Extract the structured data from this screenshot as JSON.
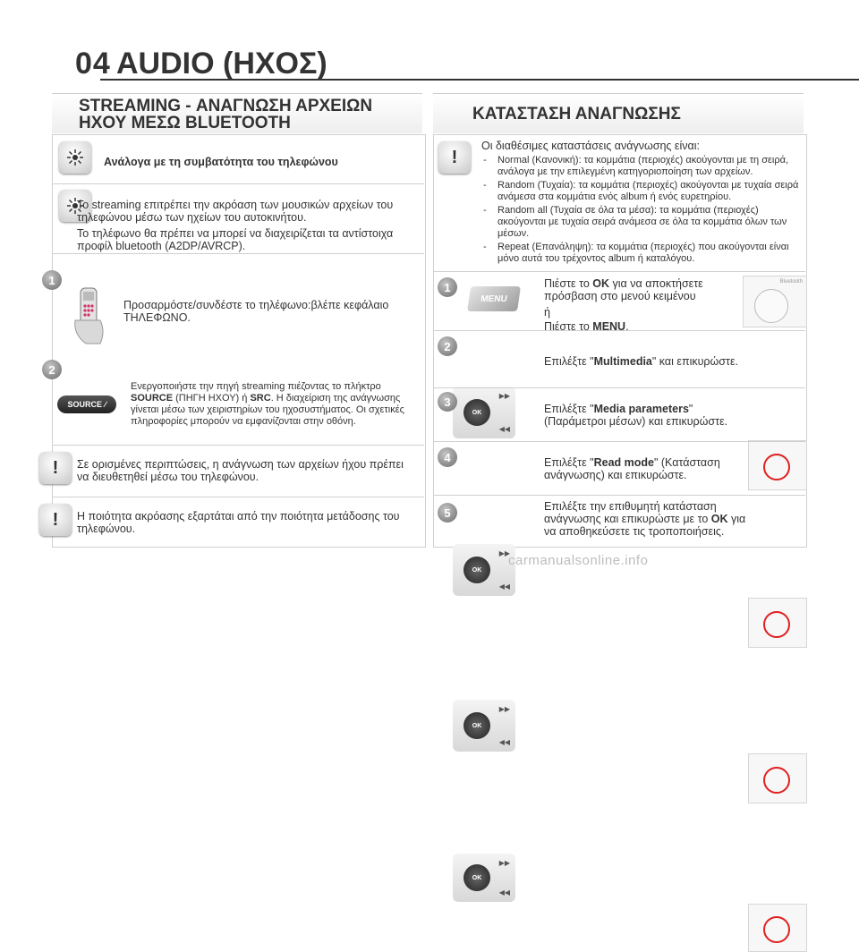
{
  "header": {
    "chapter": "04",
    "title": "AUDIO (ΗΧΟΣ)"
  },
  "left": {
    "title_line1": "STREAMING - ΑΝΑΓΝΩΣΗ ΑΡΧΕΙΩΝ",
    "title_line2": "ΗΧΟΥ ΜΕΣΩ BLUETOOTH",
    "compat": "Ανάλογα με τη συμβατότητα του τηλεφώνου",
    "info_p1": "Το streaming επιτρέπει την ακρόαση των μουσικών αρχείων του τηλεφώνου μέσω των ηχείων του αυτοκινήτου.",
    "info_p2": "Το τηλέφωνο θα πρέπει να μπορεί να διαχειρίζεται τα αντίστοιχα προφίλ bluetooth (A2DP/AVRCP).",
    "step1_num": "1",
    "step1": "Προσαρμόστε/συνδέστε το τηλέφωνο:βλέπε κεφάλαιο ΤΗΛΕΦΩΝΟ.",
    "step2_num": "2",
    "step2_a": "Ενεργοποιήστε την πηγή streaming πιέζοντας το πλήκτρο",
    "step2_bold": "SOURCE",
    "step2_b": "(ΠΗΓΗ ΗΧΟΥ) ή",
    "step2_src": "SRC",
    "step2_c": ". Η διαχείριση της ανάγνωσης γίνεται μέσω των χειριστηρίων του ηχοσυστήματος. Οι σχετικές πληροφορίες μπορούν να εμφανίζονται στην οθόνη.",
    "source_label": "SOURCE",
    "warn1": "Σε ορισμένες περιπτώσεις, η ανάγνωση των αρχείων ήχου πρέπει να διευθετηθεί μέσω του τηλεφώνου.",
    "warn2": "Η ποιότητα ακρόασης εξαρτάται από την ποιότητα μετάδοσης του τηλεφώνου."
  },
  "right": {
    "title": "ΚΑΤΑΣΤΑΣΗ ΑΝΑΓΝΩΣΗΣ",
    "intro": "Οι διαθέσιμες καταστάσεις ανάγνωσης είναι:",
    "modes": [
      "Normal (Κανονική): τα κομμάτια (περιοχές) ακούγονται με τη σειρά, ανάλογα με την επιλεγμένη κατηγοριοποίηση των αρχείων.",
      "Random (Τυχαία): τα κομμάτια (περιοχές) ακούγονται με τυχαία σειρά ανάμεσα στα κομμάτια ενός album ή ενός ευρετηρίου.",
      "Random all (Τυχαία σε όλα τα μέσα): τα κομμάτια (περιοχές) ακούγονται με τυχαία σειρά ανάμεσα σε όλα τα κομμάτια όλων των μέσων.",
      "Repeat (Επανάληψη): τα κομμάτια (περιοχές) που ακούγονται είναι μόνο αυτά του τρέχοντος album ή καταλόγου."
    ],
    "s1_num": "1",
    "s1_a": "Πιέστε το",
    "s1_ok": "OK",
    "s1_b": "για να αποκτήσετε πρόσβαση στο μενού κειμένου",
    "s1_or": "ή",
    "s1_c": "Πιέστε το",
    "s1_menu": "MENU",
    "s1_dot": ".",
    "menu_label": "MENU",
    "s2_num": "2",
    "s2_a": "Επιλέξτε \"",
    "s2_bold": "Multimedia",
    "s2_b": "\" και επικυρώστε.",
    "s3_num": "3",
    "s3_a": "Επιλέξτε \"",
    "s3_bold": "Media parameters",
    "s3_b": "\" (Παράμετροι μέσων) και επικυρώστε.",
    "s4_num": "4",
    "s4_a": "Επιλέξτε \"",
    "s4_bold": "Read mode",
    "s4_b": "\" (Κατάσταση ανάγνωσης) και επικυρώστε.",
    "s5_num": "5",
    "s5_a": "Επιλέξτε την επιθυμητή κατάσταση ανάγνωσης και επικυρώστε με το",
    "s5_ok": "OK",
    "s5_b": "για να αποθηκεύσετε τις τροποποιήσεις.",
    "ok_label": "OK",
    "bluetooth_label": "Bluetooth"
  },
  "footer": {
    "watermark": "carmanualsonline.info"
  }
}
